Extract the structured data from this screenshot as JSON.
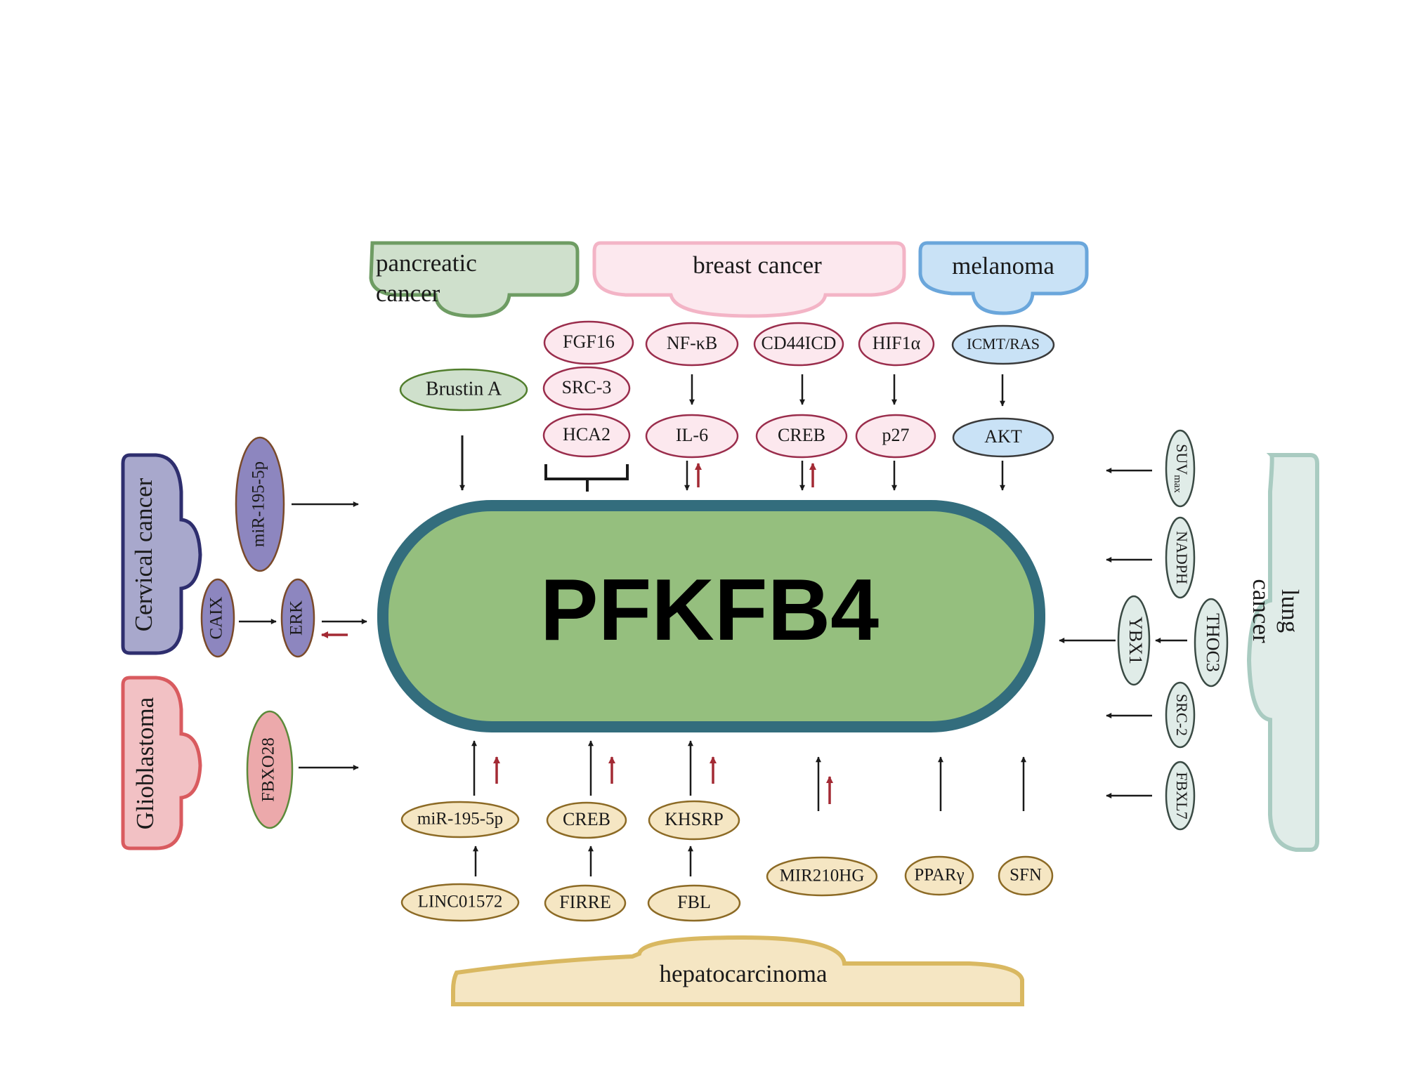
{
  "center": {
    "label": "PFKFB4"
  },
  "groups": {
    "pancreatic": {
      "label_line1": "pancreatic",
      "label_line2": "cancer",
      "fill": "#cfe0cc",
      "stroke": "#6e9c63",
      "nodes": {
        "brustin": "Brustin A"
      }
    },
    "breast": {
      "label": "breast cancer",
      "fill": "#fce8ee",
      "stroke": "#f3b4c6",
      "nodes": {
        "fgf16": "FGF16",
        "src3": "SRC-3",
        "hca2": "HCA2",
        "nfkb": "NF-κB",
        "il6": "IL-6",
        "cd44icd": "CD44ICD",
        "creb": "CREB",
        "hif1a": "HIF1α",
        "p27": "p27"
      }
    },
    "melanoma": {
      "label": "melanoma",
      "fill": "#c9e2f6",
      "stroke": "#6aa6db",
      "nodes": {
        "icmt_ras": "ICMT/RAS",
        "akt": "AKT"
      }
    },
    "cervical": {
      "label": "Cervical cancer",
      "fill": "#a8a8cc",
      "stroke": "#2e2e6e",
      "nodes": {
        "mir195": "miR-195-5p",
        "caix": "CAIX",
        "erk": "ERK"
      }
    },
    "glioblastoma": {
      "label": "Glioblastoma",
      "fill": "#f2c1c4",
      "stroke": "#d95b5f",
      "nodes": {
        "fbxo28": "FBXO28"
      }
    },
    "lung": {
      "label_line1": "lung",
      "label_line2": "cancer",
      "fill": "#e0ece8",
      "stroke": "#a9cbc1",
      "nodes": {
        "suvmax_main": "SUV",
        "suvmax_sub": "max",
        "nadph": "NADPH",
        "ybx1": "YBX1",
        "thoc3": "THOC3",
        "src2": "SRC-2",
        "fbxl7": "FBXL7"
      }
    },
    "hepato": {
      "label": "hepatocarcinoma",
      "fill": "#f5e6c3",
      "stroke": "#d9b861",
      "nodes": {
        "mir195": "miR-195-5p",
        "linc01572": "LINC01572",
        "creb": "CREB",
        "firre": "FIRRE",
        "khsrp": "KHSRP",
        "fbl": "FBL",
        "mir210hg": "MIR210HG",
        "pparg": "PPARγ",
        "sfn": "SFN"
      }
    }
  },
  "colors": {
    "center_fill": "#95bf7e",
    "center_stroke": "#336d7d",
    "up_arrow": "#a32a34",
    "arrow": "#1a1a1a",
    "cervical_node_fill": "#8d86bf",
    "cervical_node_stroke": "#7a4a2a",
    "breast_node_stroke": "#9a2d4c",
    "hepato_node_stroke": "#8c6a25",
    "lung_node_stroke": "#3a4a44"
  }
}
